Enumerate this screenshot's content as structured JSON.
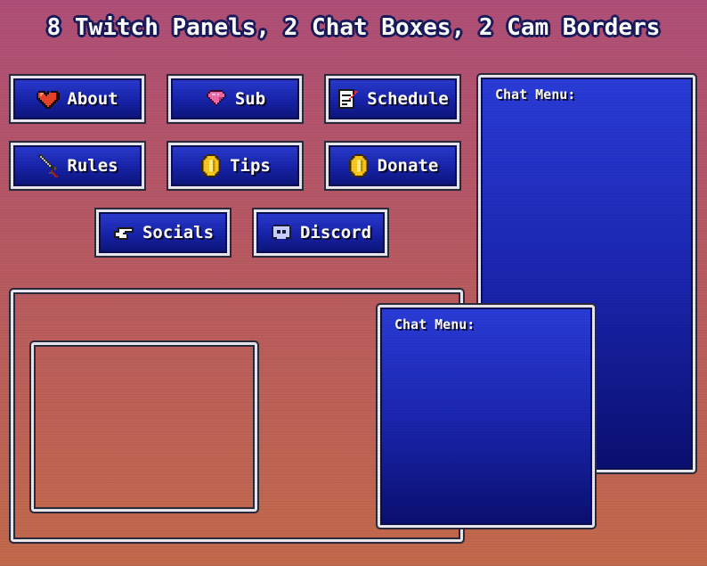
{
  "title": "8 Twitch Panels, 2 Chat Boxes, 2 Cam Borders",
  "panels": [
    {
      "label": "About",
      "icon": "heart-icon"
    },
    {
      "label": "Sub",
      "icon": "gem-icon"
    },
    {
      "label": "Schedule",
      "icon": "checklist-icon"
    },
    {
      "label": "Rules",
      "icon": "sword-icon"
    },
    {
      "label": "Tips",
      "icon": "coin-icon"
    },
    {
      "label": "Donate",
      "icon": "coin-icon"
    },
    {
      "label": "Socials",
      "icon": "pointing-hand-icon"
    },
    {
      "label": "Discord",
      "icon": "discord-icon"
    }
  ],
  "chat_boxes": [
    {
      "title": "Chat Menu:"
    },
    {
      "title": "Chat Menu:"
    }
  ],
  "colors": {
    "panel_blue": "#1622a8",
    "border": "#e8e8ee",
    "outline": "#2a2a3a",
    "bg_top": "#b04f78",
    "bg_bottom": "#c46a4c"
  }
}
